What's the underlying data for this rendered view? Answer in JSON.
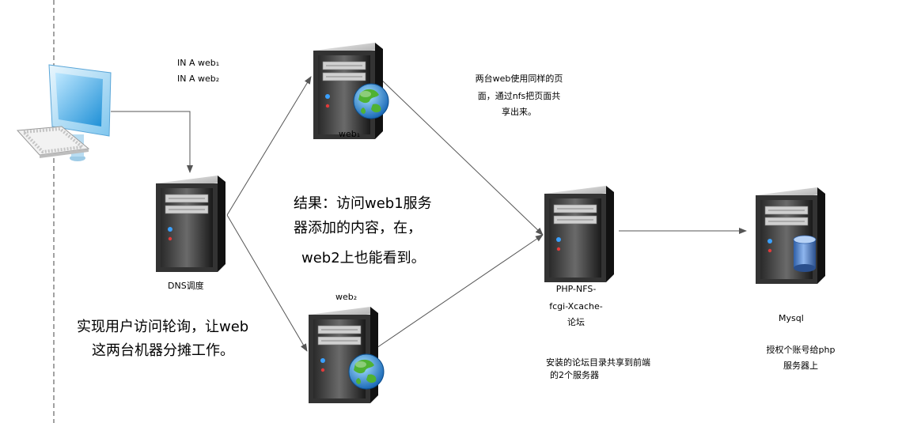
{
  "dns_records": {
    "line1": "IN  A  web₁",
    "line2": "IN  A  web₂"
  },
  "nodes": {
    "web1": "web₁",
    "web2": "web₂",
    "dns": "DNS调度",
    "php_line1": "PHP-NFS-",
    "php_line2": "fcgi-Xcache-",
    "php_line3": "论坛",
    "mysql": "Mysql"
  },
  "notes": {
    "shared_pages": [
      "两台web使用同样的页",
      "面，通过nfs把页面共",
      "享出来。"
    ],
    "result": [
      "结果：访问web1服务",
      "器添加的内容，在，",
      "web2上也能看到。"
    ],
    "polling": [
      "实现用户访问轮询，让web",
      "这两台机器分摊工作。"
    ],
    "forum_share": [
      "安装的论坛目录共享到前端",
      "的2个服务器"
    ],
    "grant": [
      "授权个账号给php",
      "服务器上"
    ]
  }
}
